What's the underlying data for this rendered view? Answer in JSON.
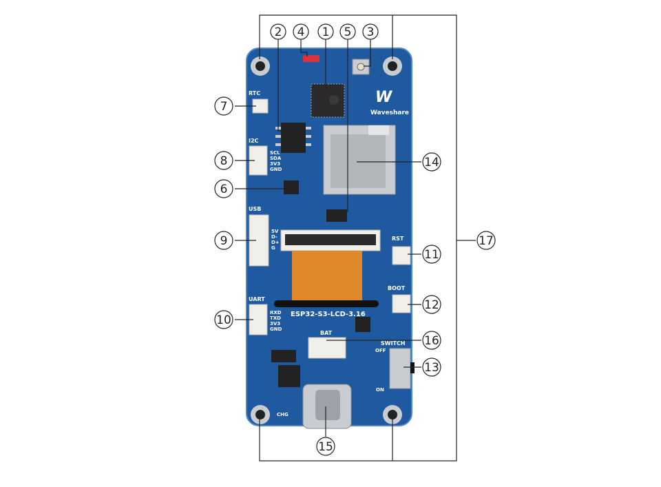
{
  "colors": {
    "pcb": "#1f5aa0",
    "pcb_dark": "#174a86",
    "chip": "#2b2b2b",
    "connector": "#f1efea",
    "flex": "#e0892c",
    "silver": "#c9ccd1",
    "callout_line": "#222222"
  },
  "board": {
    "model_label": "ESP32-S3-LCD-3.16",
    "brand": "Waveshare",
    "brand_mark": "W",
    "silk": {
      "rtc": "RTC",
      "i2c": "I2C",
      "i2c_pins": [
        "SCL",
        "SDA",
        "3V3",
        "GND"
      ],
      "usb": "USB",
      "usb_pins": [
        "5V",
        "D-",
        "D+",
        "G"
      ],
      "uart": "UART",
      "uart_pins": [
        "RXD",
        "TXD",
        "3V3",
        "GND"
      ],
      "rst": "RST",
      "boot": "BOOT",
      "bat": "BAT",
      "switch": "SWITCH",
      "off": "OFF",
      "on": "ON",
      "chg": "CHG"
    }
  },
  "callouts": [
    "1",
    "2",
    "3",
    "4",
    "5",
    "6",
    "7",
    "8",
    "9",
    "10",
    "11",
    "12",
    "13",
    "14",
    "15",
    "16",
    "17"
  ]
}
